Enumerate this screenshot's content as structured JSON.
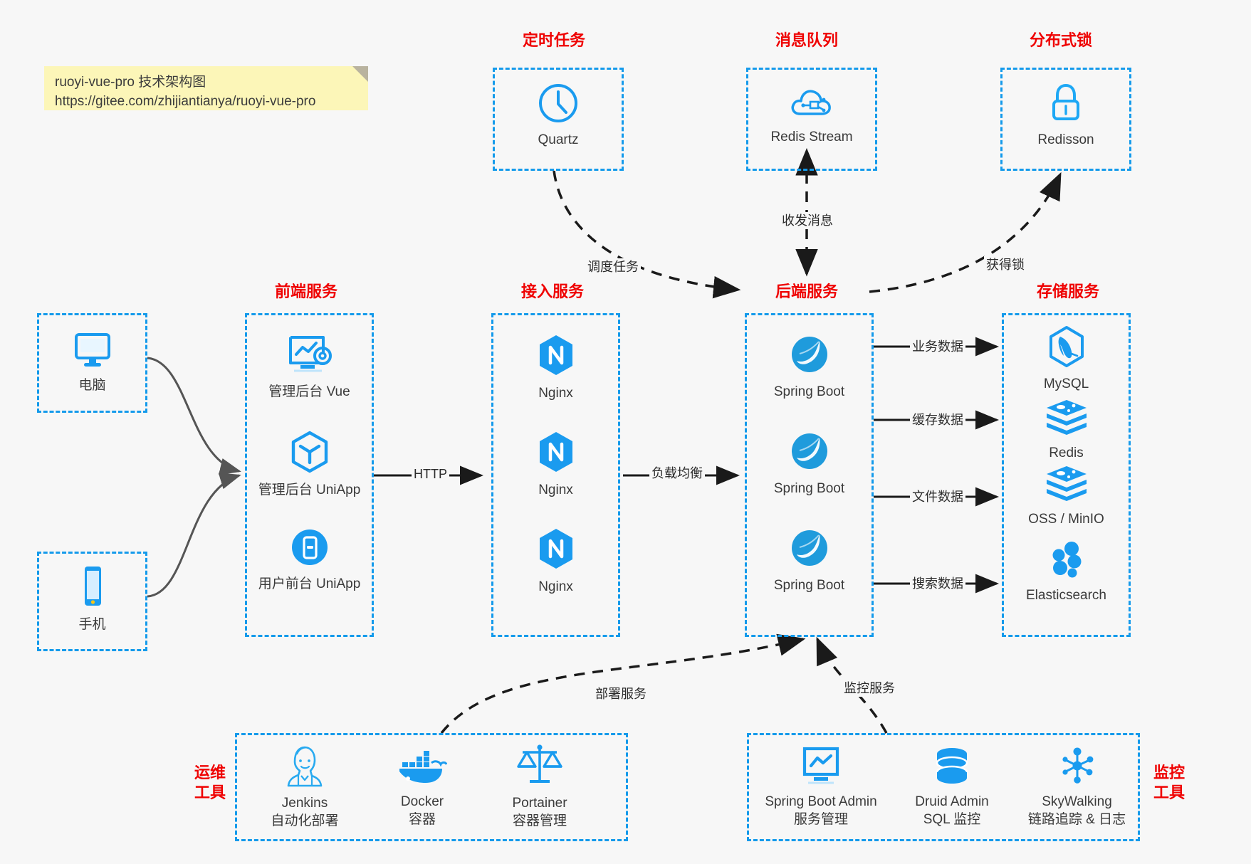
{
  "note": {
    "line1": "ruoyi-vue-pro 技术架构图",
    "line2": "https://gitee.com/zhijiantianya/ruoyi-vue-pro"
  },
  "colors": {
    "accent_blue": "#149aeb",
    "title_red": "#ef0202",
    "text_dark": "#3a3a3a",
    "note_yellow": "#fcf6b8",
    "background": "#f7f7f7",
    "arrow_gray": "#555555",
    "arrow_black": "#1a1a1a"
  },
  "groups": {
    "scheduled_task": {
      "title": "定时任务"
    },
    "message_queue": {
      "title": "消息队列"
    },
    "distributed_lock": {
      "title": "分布式锁"
    },
    "frontend": {
      "title": "前端服务"
    },
    "gateway": {
      "title": "接入服务"
    },
    "backend": {
      "title": "后端服务"
    },
    "storage": {
      "title": "存储服务"
    },
    "devops": {
      "title": "运维\n工具"
    },
    "monitor": {
      "title": "监控\n工具"
    }
  },
  "clients": [
    {
      "label": "电脑",
      "icon": "desktop-computer-icon"
    },
    {
      "label": "手机",
      "icon": "mobile-phone-icon"
    }
  ],
  "scheduled_task_nodes": [
    {
      "label": "Quartz",
      "icon": "clock-icon"
    }
  ],
  "message_queue_nodes": [
    {
      "label": "Redis Stream",
      "icon": "cloud-stream-icon"
    }
  ],
  "distributed_lock_nodes": [
    {
      "label": "Redisson",
      "icon": "lock-icon"
    }
  ],
  "frontend_nodes": [
    {
      "label": "管理后台 Vue",
      "icon": "admin-dashboard-icon"
    },
    {
      "label": "管理后台 UniApp",
      "icon": "uniapp-cube-icon"
    },
    {
      "label": "用户前台 UniApp",
      "icon": "uniapp-mobile-icon"
    }
  ],
  "gateway_nodes": [
    {
      "label": "Nginx",
      "icon": "nginx-icon"
    },
    {
      "label": "Nginx",
      "icon": "nginx-icon"
    },
    {
      "label": "Nginx",
      "icon": "nginx-icon"
    }
  ],
  "backend_nodes": [
    {
      "label": "Spring Boot",
      "icon": "spring-boot-icon"
    },
    {
      "label": "Spring Boot",
      "icon": "spring-boot-icon"
    },
    {
      "label": "Spring Boot",
      "icon": "spring-boot-icon"
    }
  ],
  "storage_nodes": [
    {
      "label": "MySQL",
      "icon": "mysql-icon"
    },
    {
      "label": "Redis",
      "icon": "redis-icon"
    },
    {
      "label": "OSS / MinIO",
      "icon": "oss-minio-icon"
    },
    {
      "label": "Elasticsearch",
      "icon": "elasticsearch-icon"
    }
  ],
  "devops_nodes": [
    {
      "label": "Jenkins",
      "sublabel": "自动化部署",
      "icon": "jenkins-icon"
    },
    {
      "label": "Docker",
      "sublabel": "容器",
      "icon": "docker-icon"
    },
    {
      "label": "Portainer",
      "sublabel": "容器管理",
      "icon": "portainer-scales-icon"
    }
  ],
  "monitor_nodes": [
    {
      "label": "Spring Boot Admin",
      "sublabel": "服务管理",
      "icon": "monitor-chart-icon"
    },
    {
      "label": "Druid Admin",
      "sublabel": "SQL 监控",
      "icon": "database-icon"
    },
    {
      "label": "SkyWalking",
      "sublabel": "链路追踪 & 日志",
      "icon": "skywalking-icon"
    }
  ],
  "edge_labels": {
    "http": "HTTP",
    "load_balance": "负载均衡",
    "schedule_task": "调度任务",
    "send_receive_message": "收发消息",
    "acquire_lock": "获得锁",
    "business_data": "业务数据",
    "cache_data": "缓存数据",
    "file_data": "文件数据",
    "search_data": "搜索数据",
    "deploy_service": "部署服务",
    "monitor_service": "监控服务"
  }
}
